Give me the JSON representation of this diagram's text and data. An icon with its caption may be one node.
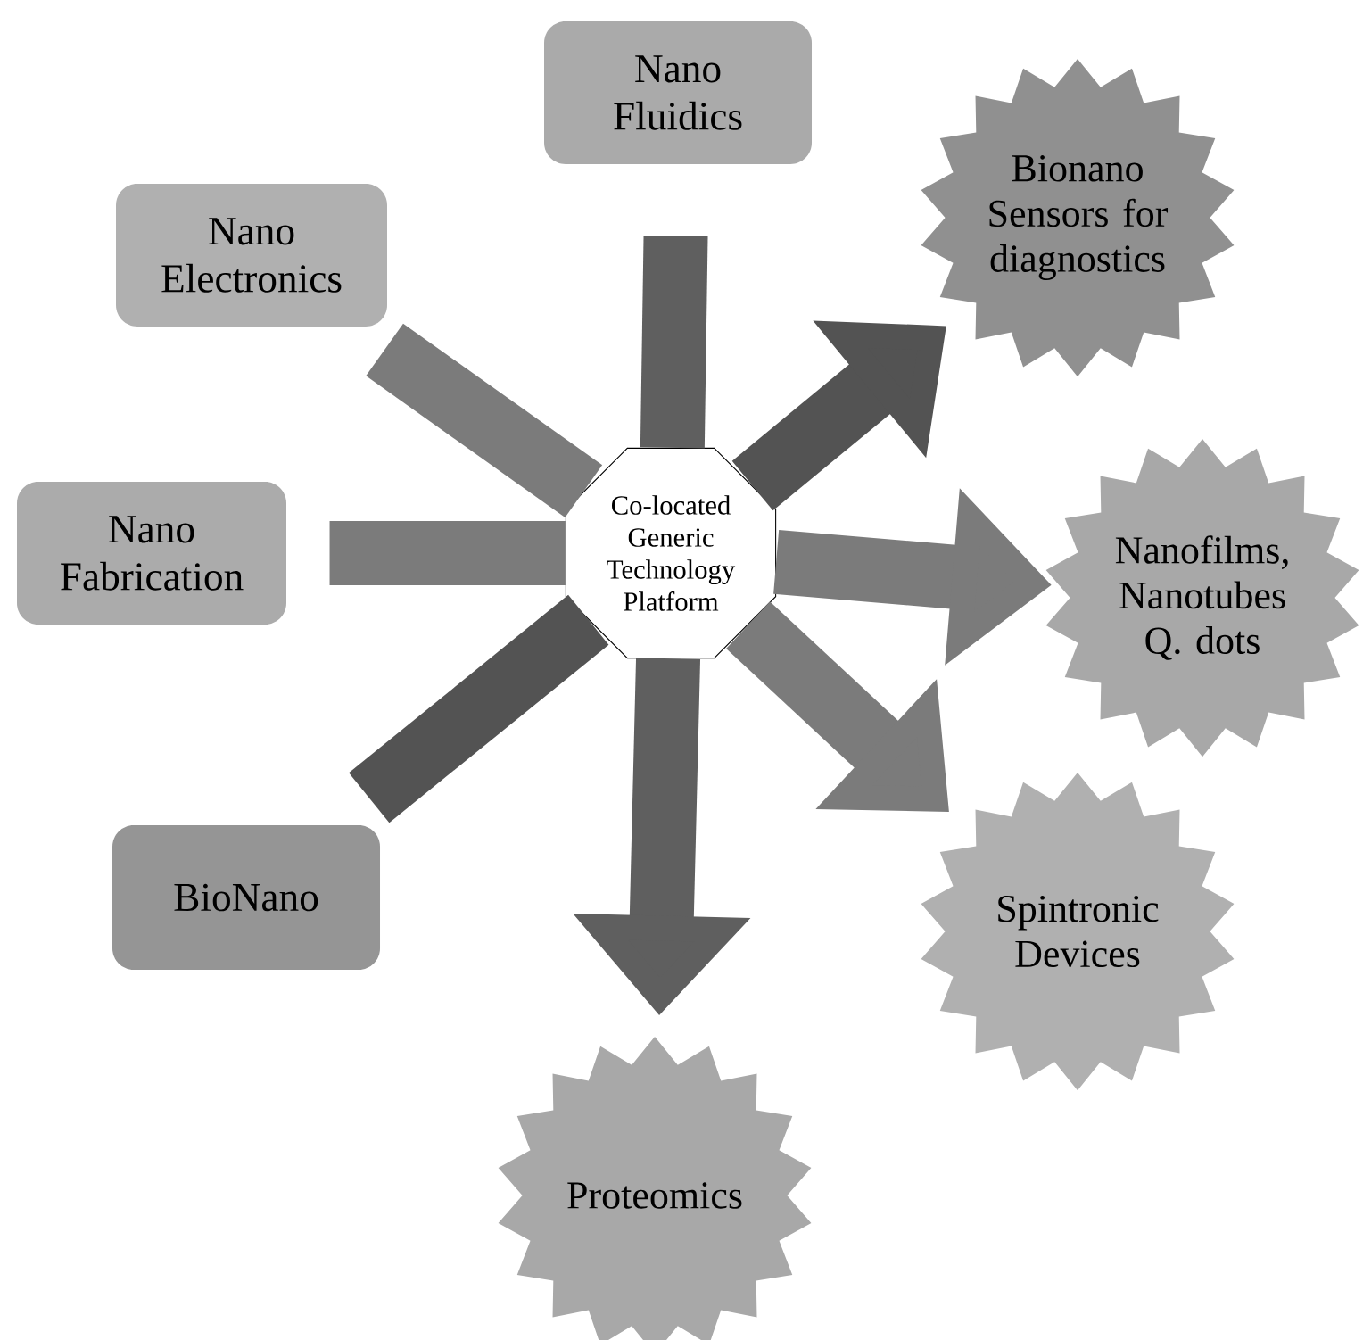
{
  "diagram": {
    "nodes": [
      {
        "text": [
          "Nano Fluidics"
        ]
      },
      {
        "text": [
          "Nano Electronics"
        ]
      },
      {
        "text": [
          "Nano Fabrication"
        ]
      },
      {
        "text": [
          "BioNano"
        ]
      },
      {
        "text": [
          "Co-located Generic Technology Platform"
        ]
      },
      {
        "text": [
          "Bionano Sensors for diagnostics"
        ]
      },
      {
        "text": [
          "Nanofilms, Nanotubes Q. dots"
        ]
      },
      {
        "text": [
          "Spintronic Devices"
        ]
      },
      {
        "text": [
          "Proteomics"
        ]
      }
    ],
    "edges": [
      {
        "from": 0,
        "to": 4,
        "arrow": "none",
        "color": "#5f5f5f"
      },
      {
        "from": 1,
        "to": 4,
        "arrow": "none"
      },
      {
        "from": 2,
        "to": 4,
        "arrow": "none"
      },
      {
        "from": 3,
        "to": 4,
        "arrow": "none",
        "color": "#535353"
      },
      {
        "from": 4,
        "to": 5,
        "arrow": "to",
        "color": "#535353"
      },
      {
        "from": 4,
        "to": 6,
        "arrow": "to"
      },
      {
        "from": 4,
        "to": 7,
        "arrow": "to"
      },
      {
        "from": 4,
        "to": 8,
        "arrow": "to",
        "color": "#5f5f5f"
      }
    ]
  }
}
